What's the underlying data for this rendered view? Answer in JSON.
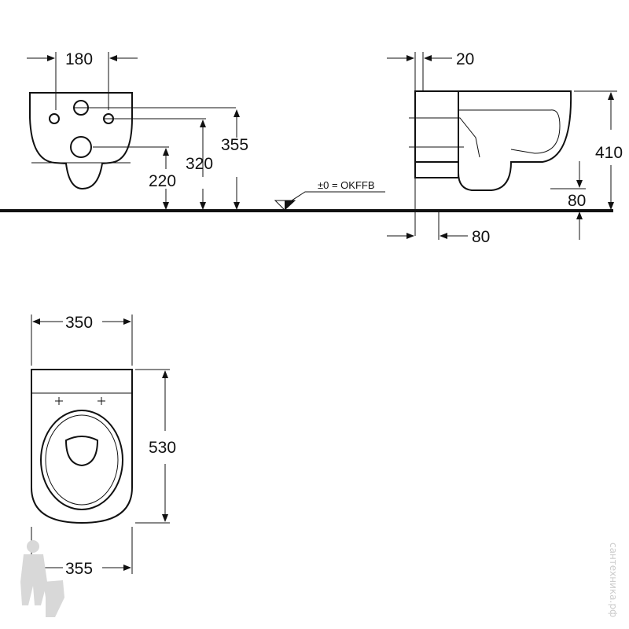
{
  "front_view": {
    "width_label": "180",
    "height_355": "355",
    "height_320": "320",
    "height_220": "220"
  },
  "floor": {
    "reference_label": "±0 = OKFFB"
  },
  "side_view": {
    "wall_offset": "20",
    "height_410": "410",
    "rim_offset": "80",
    "depth_offset": "80"
  },
  "top_view": {
    "width_top": "350",
    "width_bottom": "355",
    "length": "530"
  },
  "watermark": "сантехника.рф"
}
